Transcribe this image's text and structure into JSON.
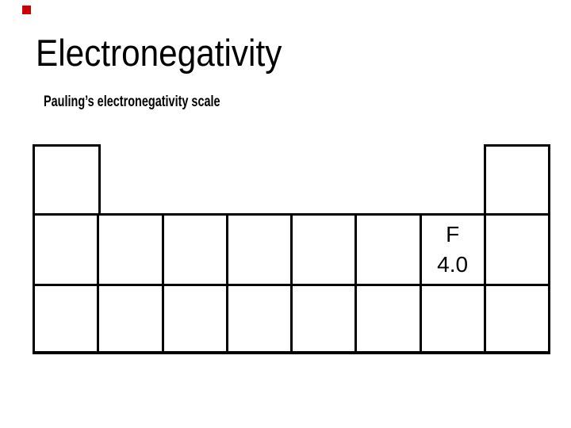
{
  "slide": {
    "title": "Electronegativity",
    "subtitle": "Pauling’s electronegativity scale"
  },
  "decorations": {
    "corner_square_color": "#cc0000"
  },
  "periodic_table": {
    "type": "table",
    "rows": 3,
    "columns": 8,
    "period1_occupied_columns": [
      1,
      8
    ],
    "labeled_cell": {
      "period": 2,
      "column": 7,
      "element": "F",
      "electronegativity": "4.0"
    }
  }
}
